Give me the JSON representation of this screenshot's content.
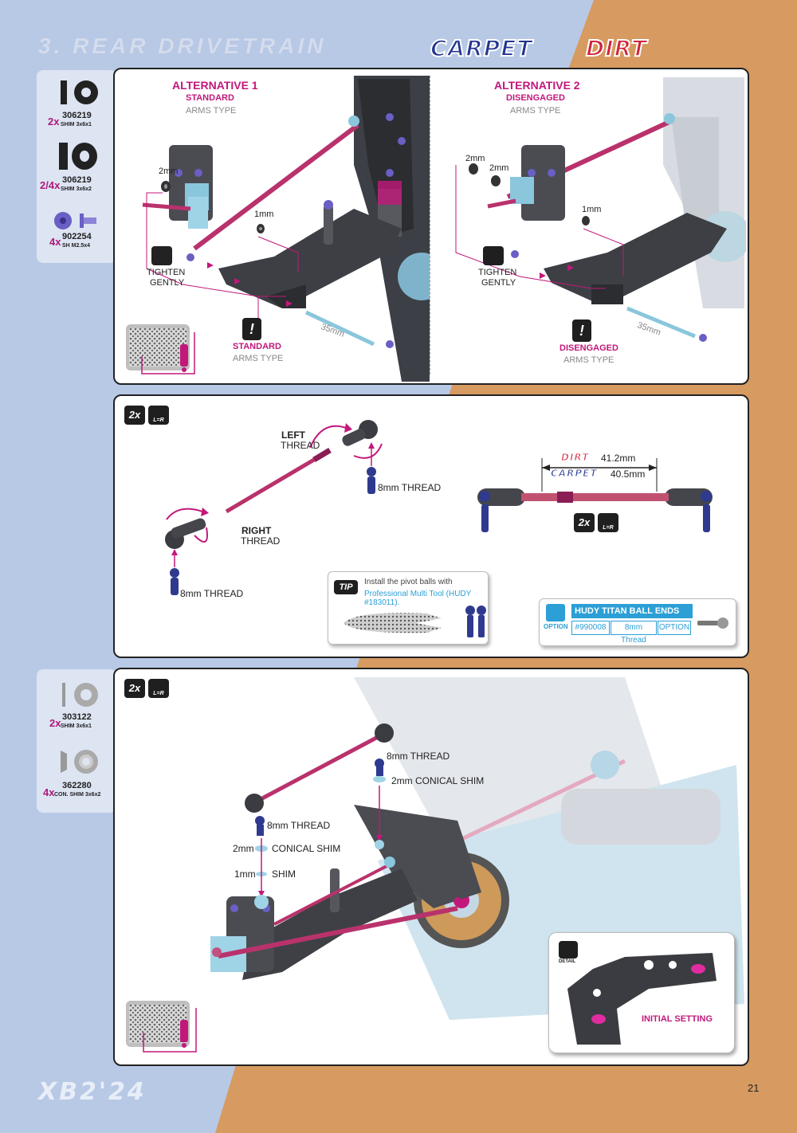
{
  "header": {
    "section_title": "3. REAR DRIVETRAIN",
    "badge_carpet": "CARPET",
    "badge_dirt": "DIRT"
  },
  "colors": {
    "accent_magenta": "#c2187b",
    "carpet_blue": "#24358f",
    "dirt_red": "#d0263b",
    "page_blue": "#b8c9e6",
    "page_orange": "#d79a60",
    "option_blue": "#2b9fd6"
  },
  "step1": {
    "parts": [
      {
        "qty": "2x",
        "number": "306219",
        "desc": "SHIM 3x6x1",
        "icon": "shim-icon"
      },
      {
        "qty": "2/4x",
        "number": "306219",
        "desc": "SHIM 3x6x2",
        "icon": "shim-icon"
      },
      {
        "qty": "4x",
        "number": "902254",
        "desc": "SH M2.5x4",
        "icon": "screw-icon"
      }
    ],
    "alt1": {
      "title": "ALTERNATIVE 1",
      "sub1": "STANDARD",
      "sub2": "ARMS TYPE",
      "shim_2mm": "2mm",
      "shim_1mm": "1mm",
      "tighten_1": "TIGHTEN",
      "tighten_2": "GENTLY",
      "pin_length": "35mm",
      "warn_1": "STANDARD",
      "warn_2": "ARMS TYPE"
    },
    "alt2": {
      "title": "ALTERNATIVE 2",
      "sub1": "DISENGAGED",
      "sub2": "ARMS TYPE",
      "shim_2mm_a": "2mm",
      "shim_2mm_b": "2mm",
      "shim_1mm": "1mm",
      "tighten_1": "TIGHTEN",
      "tighten_2": "GENTLY",
      "pin_length": "35mm",
      "warn_1": "DISENGAGED",
      "warn_2": "ARMS TYPE"
    }
  },
  "step2": {
    "multiplier": "2x",
    "lr_label": "L=R",
    "left_thread_1": "LEFT",
    "left_thread_2": "THREAD",
    "right_thread_1": "RIGHT",
    "right_thread_2": "THREAD",
    "ball_top": "8mm THREAD",
    "ball_bottom": "8mm THREAD",
    "dirt_length": "41.2mm",
    "carpet_length": "40.5mm",
    "dirt_badge": "DIRT",
    "carpet_badge": "CARPET",
    "multiplier2": "2x",
    "tip_label": "TIP",
    "tip_line1": "Install the pivot balls with",
    "tip_line2": "Professional Multi Tool (HUDY #183011).",
    "option_label": "OPTION",
    "option_title": "HUDY TITAN BALL ENDS",
    "option_cells": [
      "#990008",
      "8mm Thread",
      "OPTION"
    ]
  },
  "step3": {
    "parts": [
      {
        "qty": "2x",
        "number": "303122",
        "desc": "SHIM 3x6x1",
        "icon": "shim-icon"
      },
      {
        "qty": "4x",
        "number": "362280",
        "desc": "CON. SHIM 3x6x2",
        "icon": "conical-shim-icon"
      }
    ],
    "multiplier": "2x",
    "lr_label": "L=R",
    "upper_thread": "8mm THREAD",
    "upper_shim_size": "2mm",
    "upper_shim": "CONICAL SHIM",
    "lower_thread": "8mm THREAD",
    "lower_shim_size": "2mm",
    "lower_shim": "CONICAL SHIM",
    "small_shim_size": "1mm",
    "small_shim": "SHIM",
    "detail_label": "DETAIL",
    "initial_setting": "INITIAL SETTING"
  },
  "footer": {
    "logo": "XB2'24",
    "page_number": "21"
  }
}
